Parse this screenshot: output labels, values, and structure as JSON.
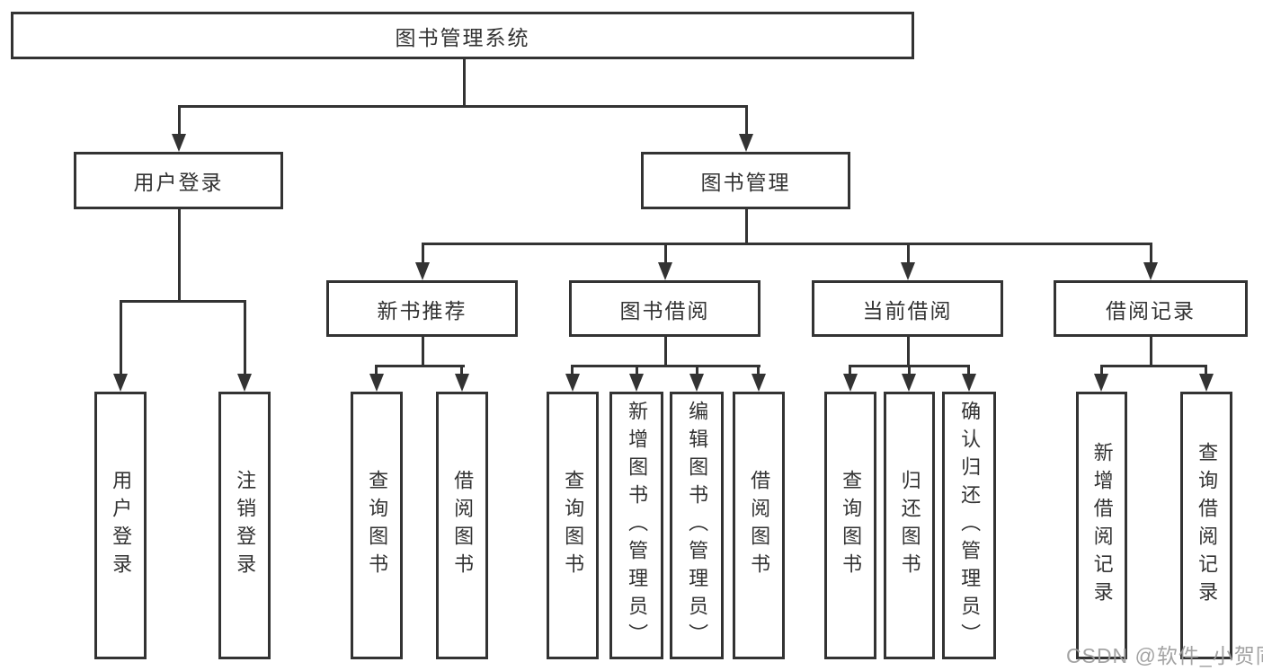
{
  "diagram": {
    "root": {
      "label": "图书管理系统"
    },
    "branches": [
      {
        "label": "用户登录",
        "children": [
          {
            "label": "用户登录"
          },
          {
            "label": "注销登录"
          }
        ]
      },
      {
        "label": "图书管理",
        "children": [
          {
            "label": "新书推荐",
            "children": [
              {
                "label": "查询图书"
              },
              {
                "label": "借阅图书"
              }
            ]
          },
          {
            "label": "图书借阅",
            "children": [
              {
                "label": "查询图书"
              },
              {
                "label": "新增图书（管理员）"
              },
              {
                "label": "编辑图书（管理员）"
              },
              {
                "label": "借阅图书"
              }
            ]
          },
          {
            "label": "当前借阅",
            "children": [
              {
                "label": "查询图书"
              },
              {
                "label": "归还图书"
              },
              {
                "label": "确认归还（管理员）"
              }
            ]
          },
          {
            "label": "借阅记录",
            "children": [
              {
                "label": "新增借阅记录"
              },
              {
                "label": "查询借阅记录"
              }
            ]
          }
        ]
      }
    ]
  },
  "watermark": {
    "text": "CSDN @软件_小贺同学"
  },
  "colors": {
    "line": "#333333",
    "text": "#333333",
    "background": "#ffffff",
    "box_background": "#ffffff",
    "watermark": "#9c9c9c"
  }
}
